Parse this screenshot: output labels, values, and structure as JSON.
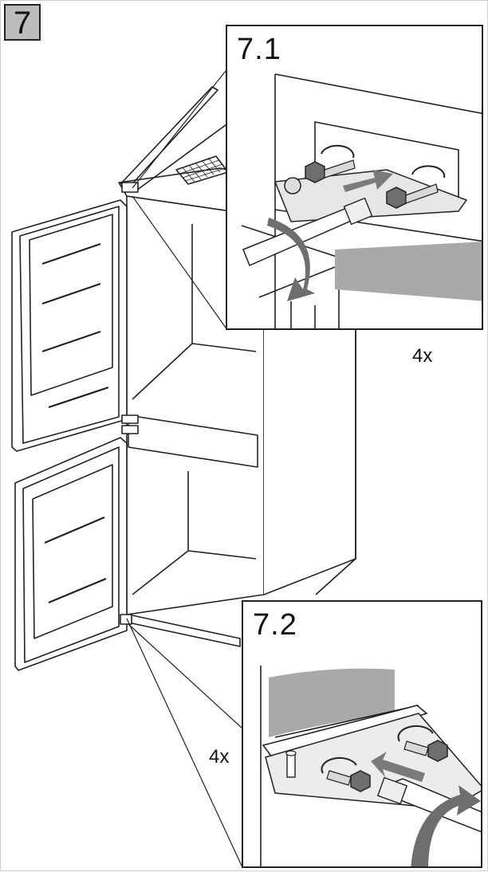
{
  "step": {
    "number": "7"
  },
  "insets": [
    {
      "title": "7.1",
      "quantity": "4x"
    },
    {
      "title": "7.2",
      "quantity": "4x"
    }
  ],
  "colors": {
    "line": "#222222",
    "arrow_gray": "#7a7a7a",
    "panel_gray": "#a9a9a9",
    "badge_bg": "#bdbdbd"
  }
}
